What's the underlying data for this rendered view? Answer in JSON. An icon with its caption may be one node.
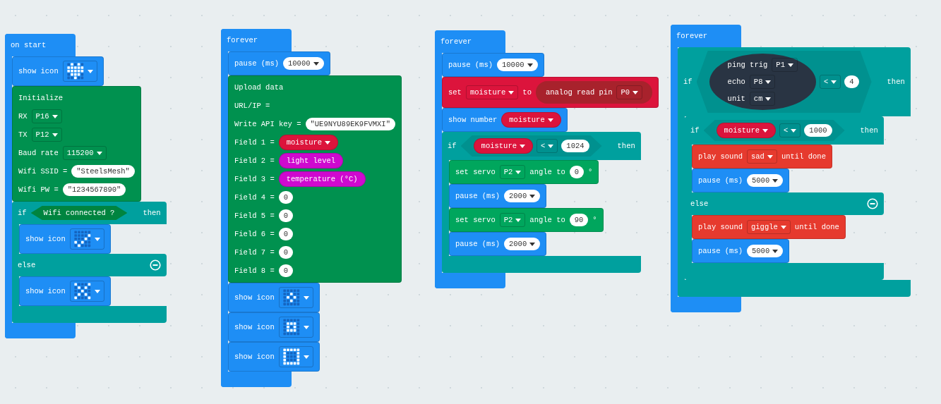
{
  "diagram": {
    "nodes": [
      {
        "text": [
          "on start"
        ]
      },
      {
        "text": [
          "show icon"
        ],
        "in": 0
      },
      {
        "text": [
          "Initialize",
          "RX",
          "P16",
          "TX",
          "P12",
          "Baud rate",
          "115200",
          "Wifi SSID =",
          "\"SteelsMesh\"",
          "Wifi PW =",
          "\"1234567890\""
        ],
        "in": 0
      },
      {
        "text": [
          "if",
          "Wifi connected ?",
          "then",
          "else"
        ],
        "in": 0
      },
      {
        "text": [
          "show icon"
        ],
        "in": 3
      },
      {
        "text": [
          "show icon"
        ],
        "in": 3
      },
      {
        "text": [
          "forever"
        ]
      },
      {
        "text": [
          "pause (ms)",
          "10000"
        ],
        "in": 6
      },
      {
        "text": [
          "Upload data",
          "URL/IP =",
          "Write API key =",
          "\"UE9NYU89EK9FVMXI\"",
          "Field 1 =",
          "moisture",
          "Field 2 =",
          "light level",
          "Field 3 =",
          "temperature (°C)",
          "Field 4 =",
          "0",
          "Field 5 =",
          "0",
          "Field 6 =",
          "0",
          "Field 7 =",
          "0",
          "Field 8 =",
          "0"
        ],
        "in": 6
      },
      {
        "text": [
          "show icon"
        ],
        "in": 6
      },
      {
        "text": [
          "show icon"
        ],
        "in": 6
      },
      {
        "text": [
          "show icon"
        ],
        "in": 6
      },
      {
        "text": [
          "forever"
        ]
      },
      {
        "text": [
          "pause (ms)",
          "10000"
        ],
        "in": 12
      },
      {
        "text": [
          "set",
          "moisture",
          "to",
          "analog read pin",
          "P0"
        ],
        "in": 12
      },
      {
        "text": [
          "show number",
          "moisture"
        ],
        "in": 12
      },
      {
        "text": [
          "if",
          "moisture",
          "<",
          "1024",
          "then"
        ],
        "in": 12
      },
      {
        "text": [
          "set servo",
          "P2",
          "angle to",
          "0",
          "°"
        ],
        "in": 16
      },
      {
        "text": [
          "pause (ms)",
          "2000"
        ],
        "in": 16
      },
      {
        "text": [
          "set servo",
          "P2",
          "angle to",
          "90",
          "°"
        ],
        "in": 16
      },
      {
        "text": [
          "pause (ms)",
          "2000"
        ],
        "in": 16
      },
      {
        "text": [
          "forever"
        ]
      },
      {
        "text": [
          "if",
          "ping trig",
          "P1",
          "echo",
          "P8",
          "unit",
          "cm",
          "<",
          "4",
          "then"
        ],
        "in": 21
      },
      {
        "text": [
          "if",
          "moisture",
          "<",
          "1000",
          "then",
          "else"
        ],
        "in": 22
      },
      {
        "text": [
          "play sound",
          "sad",
          "until done"
        ],
        "in": 23
      },
      {
        "text": [
          "pause (ms)",
          "5000"
        ],
        "in": 23
      },
      {
        "text": [
          "play sound",
          "giggle",
          "until done"
        ],
        "in": 23
      },
      {
        "text": [
          "pause (ms)",
          "5000"
        ],
        "in": 23
      }
    ]
  }
}
